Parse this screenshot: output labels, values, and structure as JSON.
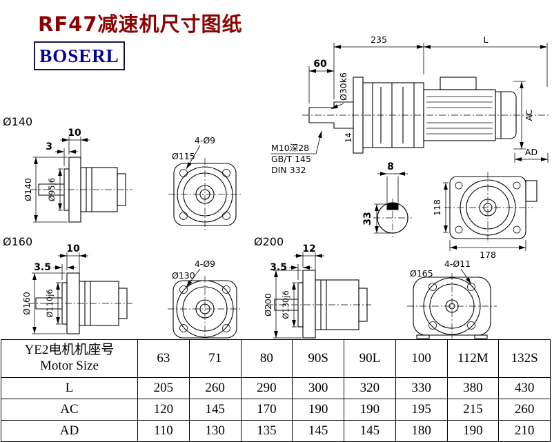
{
  "header": {
    "title": "RF47减速机尺寸图纸",
    "logo": "BOSERL"
  },
  "labels": {
    "main": {
      "d235": "235",
      "L": "L",
      "d60": "60",
      "shaft": "Ø30k6",
      "ac": "AC",
      "ad": "AD",
      "d14": "14",
      "thread": "M10深28",
      "std1": "GB/T 145",
      "std2": "DIN 332",
      "key": "8",
      "d33": "33",
      "d118": "118",
      "d178": "178"
    },
    "f140": {
      "title": "Ø140",
      "t": "10",
      "p": "3",
      "outer": "Ø140",
      "pilot": "Ø95j6"
    },
    "f115": {
      "holes": "4-Ø9",
      "bc": "Ø115"
    },
    "f160": {
      "title": "Ø160",
      "t": "10",
      "p": "3.5",
      "outer": "Ø160",
      "pilot": "Ø110j6"
    },
    "f130": {
      "holes": "4-Ø9",
      "bc": "Ø130"
    },
    "f200": {
      "title": "Ø200",
      "t": "12",
      "p": "3.5",
      "outer": "Ø200",
      "pilot": "Ø130j6"
    },
    "f165": {
      "holes": "4-Ø11",
      "bc": "Ø165"
    }
  },
  "table": {
    "header": {
      "label_cn": "YE2电机机座号",
      "label_en": "Motor Size",
      "sizes": [
        "63",
        "71",
        "80",
        "90S",
        "90L",
        "100",
        "112M",
        "132S"
      ]
    },
    "rows": [
      {
        "label": "L",
        "values": [
          "205",
          "260",
          "290",
          "300",
          "320",
          "330",
          "380",
          "430"
        ]
      },
      {
        "label": "AC",
        "values": [
          "120",
          "145",
          "170",
          "190",
          "190",
          "195",
          "215",
          "260"
        ]
      },
      {
        "label": "AD",
        "values": [
          "110",
          "130",
          "135",
          "145",
          "145",
          "180",
          "190",
          "210"
        ]
      }
    ]
  },
  "colors": {
    "title": "#8b0000",
    "logo": "#000099",
    "line": "#000000"
  }
}
